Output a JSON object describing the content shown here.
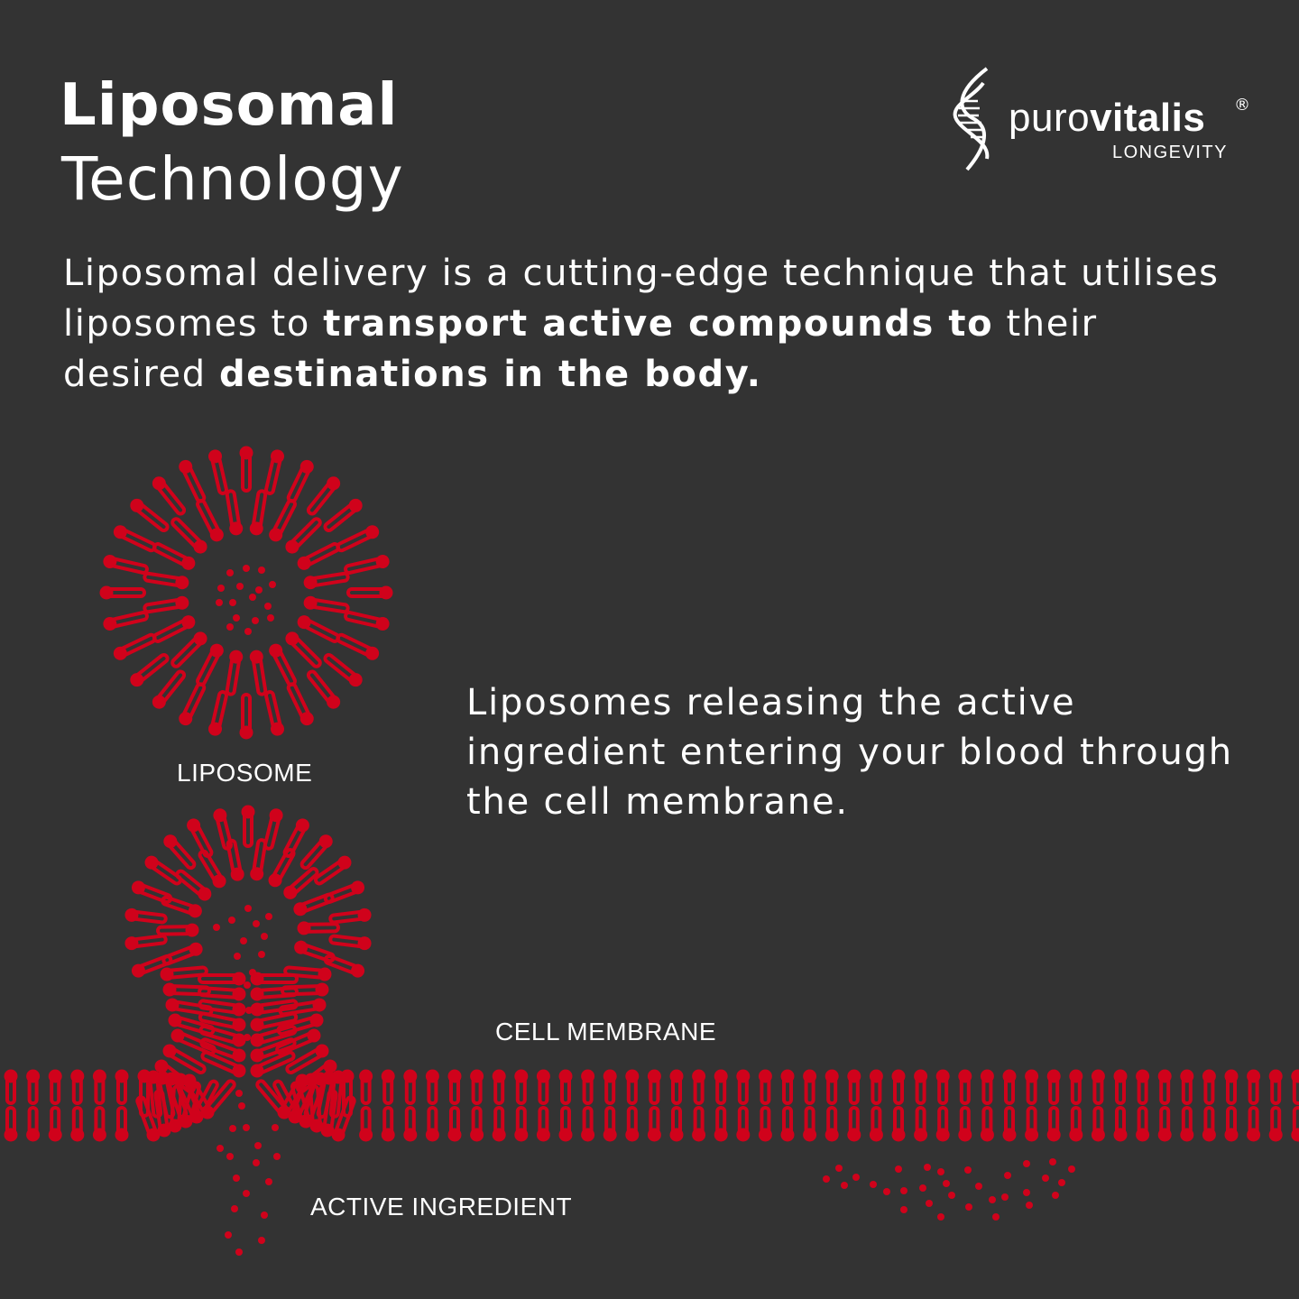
{
  "header": {
    "title_line1": "Liposomal",
    "title_line2": "Technology"
  },
  "logo": {
    "name_light": "puro",
    "name_bold": "vitalis",
    "registered": "®",
    "tagline": "LONGEVITY",
    "icon": "dna-helix-icon"
  },
  "intro": {
    "part1": "Liposomal delivery is a cutting-edge technique that utilises liposomes to ",
    "bold1": "transport active compounds to",
    "part2": " their desired ",
    "bold2": "destinations in the body."
  },
  "description": "Liposomes releasing the active ingredient entering your blood through the cell membrane.",
  "labels": {
    "liposome": "LIPOSOME",
    "cell_membrane": "CELL MEMBRANE",
    "active_ingredient": "ACTIVE INGREDIENT"
  },
  "colors": {
    "background": "#333333",
    "accent": "#d0021b",
    "text": "#ffffff"
  }
}
